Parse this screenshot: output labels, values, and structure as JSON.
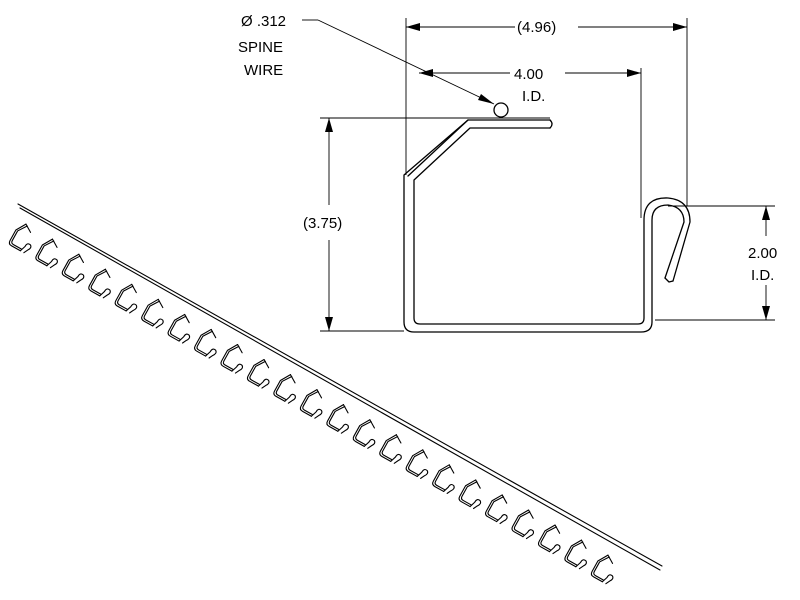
{
  "dimensions": {
    "spine_diameter": "Ø .312",
    "spine_label_1": "SPINE",
    "spine_label_2": "WIRE",
    "overall_width": "(4.96)",
    "inner_width": "4.00",
    "inner_width_unit": "I.D.",
    "overall_height": "(3.75)",
    "hook_id": "2.00",
    "hook_id_unit": "I.D."
  },
  "colors": {
    "line": "#000000",
    "background": "#ffffff"
  },
  "clip_count": 23
}
